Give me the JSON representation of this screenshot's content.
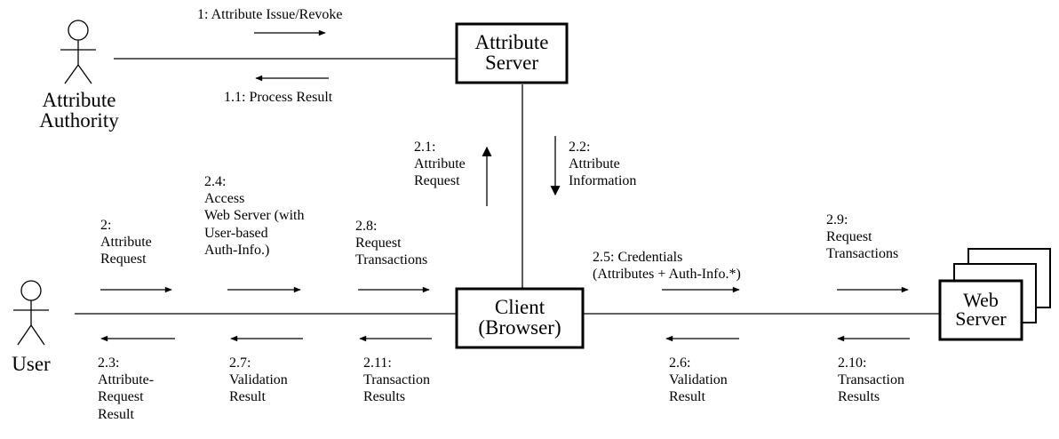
{
  "actors": {
    "attribute_authority": "Attribute\nAuthority",
    "user": "User"
  },
  "nodes": {
    "attribute_server": "Attribute\nServer",
    "client": "Client\n(Browser)",
    "web_server": "Web\nServer"
  },
  "messages": {
    "m1": "1: Attribute Issue/Revoke",
    "m1_1": "1.1: Process Result",
    "m2_1": "2.1:\nAttribute\nRequest",
    "m2_2": "2.2:\nAttribute\nInformation",
    "m2": "2:\nAttribute\nRequest",
    "m2_4": "2.4:\nAccess\nWeb Server (with\nUser-based\nAuth-Info.)",
    "m2_8": "2.8:\nRequest\nTransactions",
    "m2_5": "2.5: Credentials\n(Attributes + Auth-Info.*)",
    "m2_9": "2.9:\nRequest\nTransactions",
    "m2_3": "2.3:\nAttribute-\nRequest\nResult",
    "m2_7": "2.7:\nValidation\nResult",
    "m2_11": "2.11:\nTransaction\nResults",
    "m2_6": "2.6:\nValidation\nResult",
    "m2_10": "2.10:\nTransaction\nResults"
  },
  "colors": {
    "stroke": "#000000",
    "background": "#ffffff"
  }
}
